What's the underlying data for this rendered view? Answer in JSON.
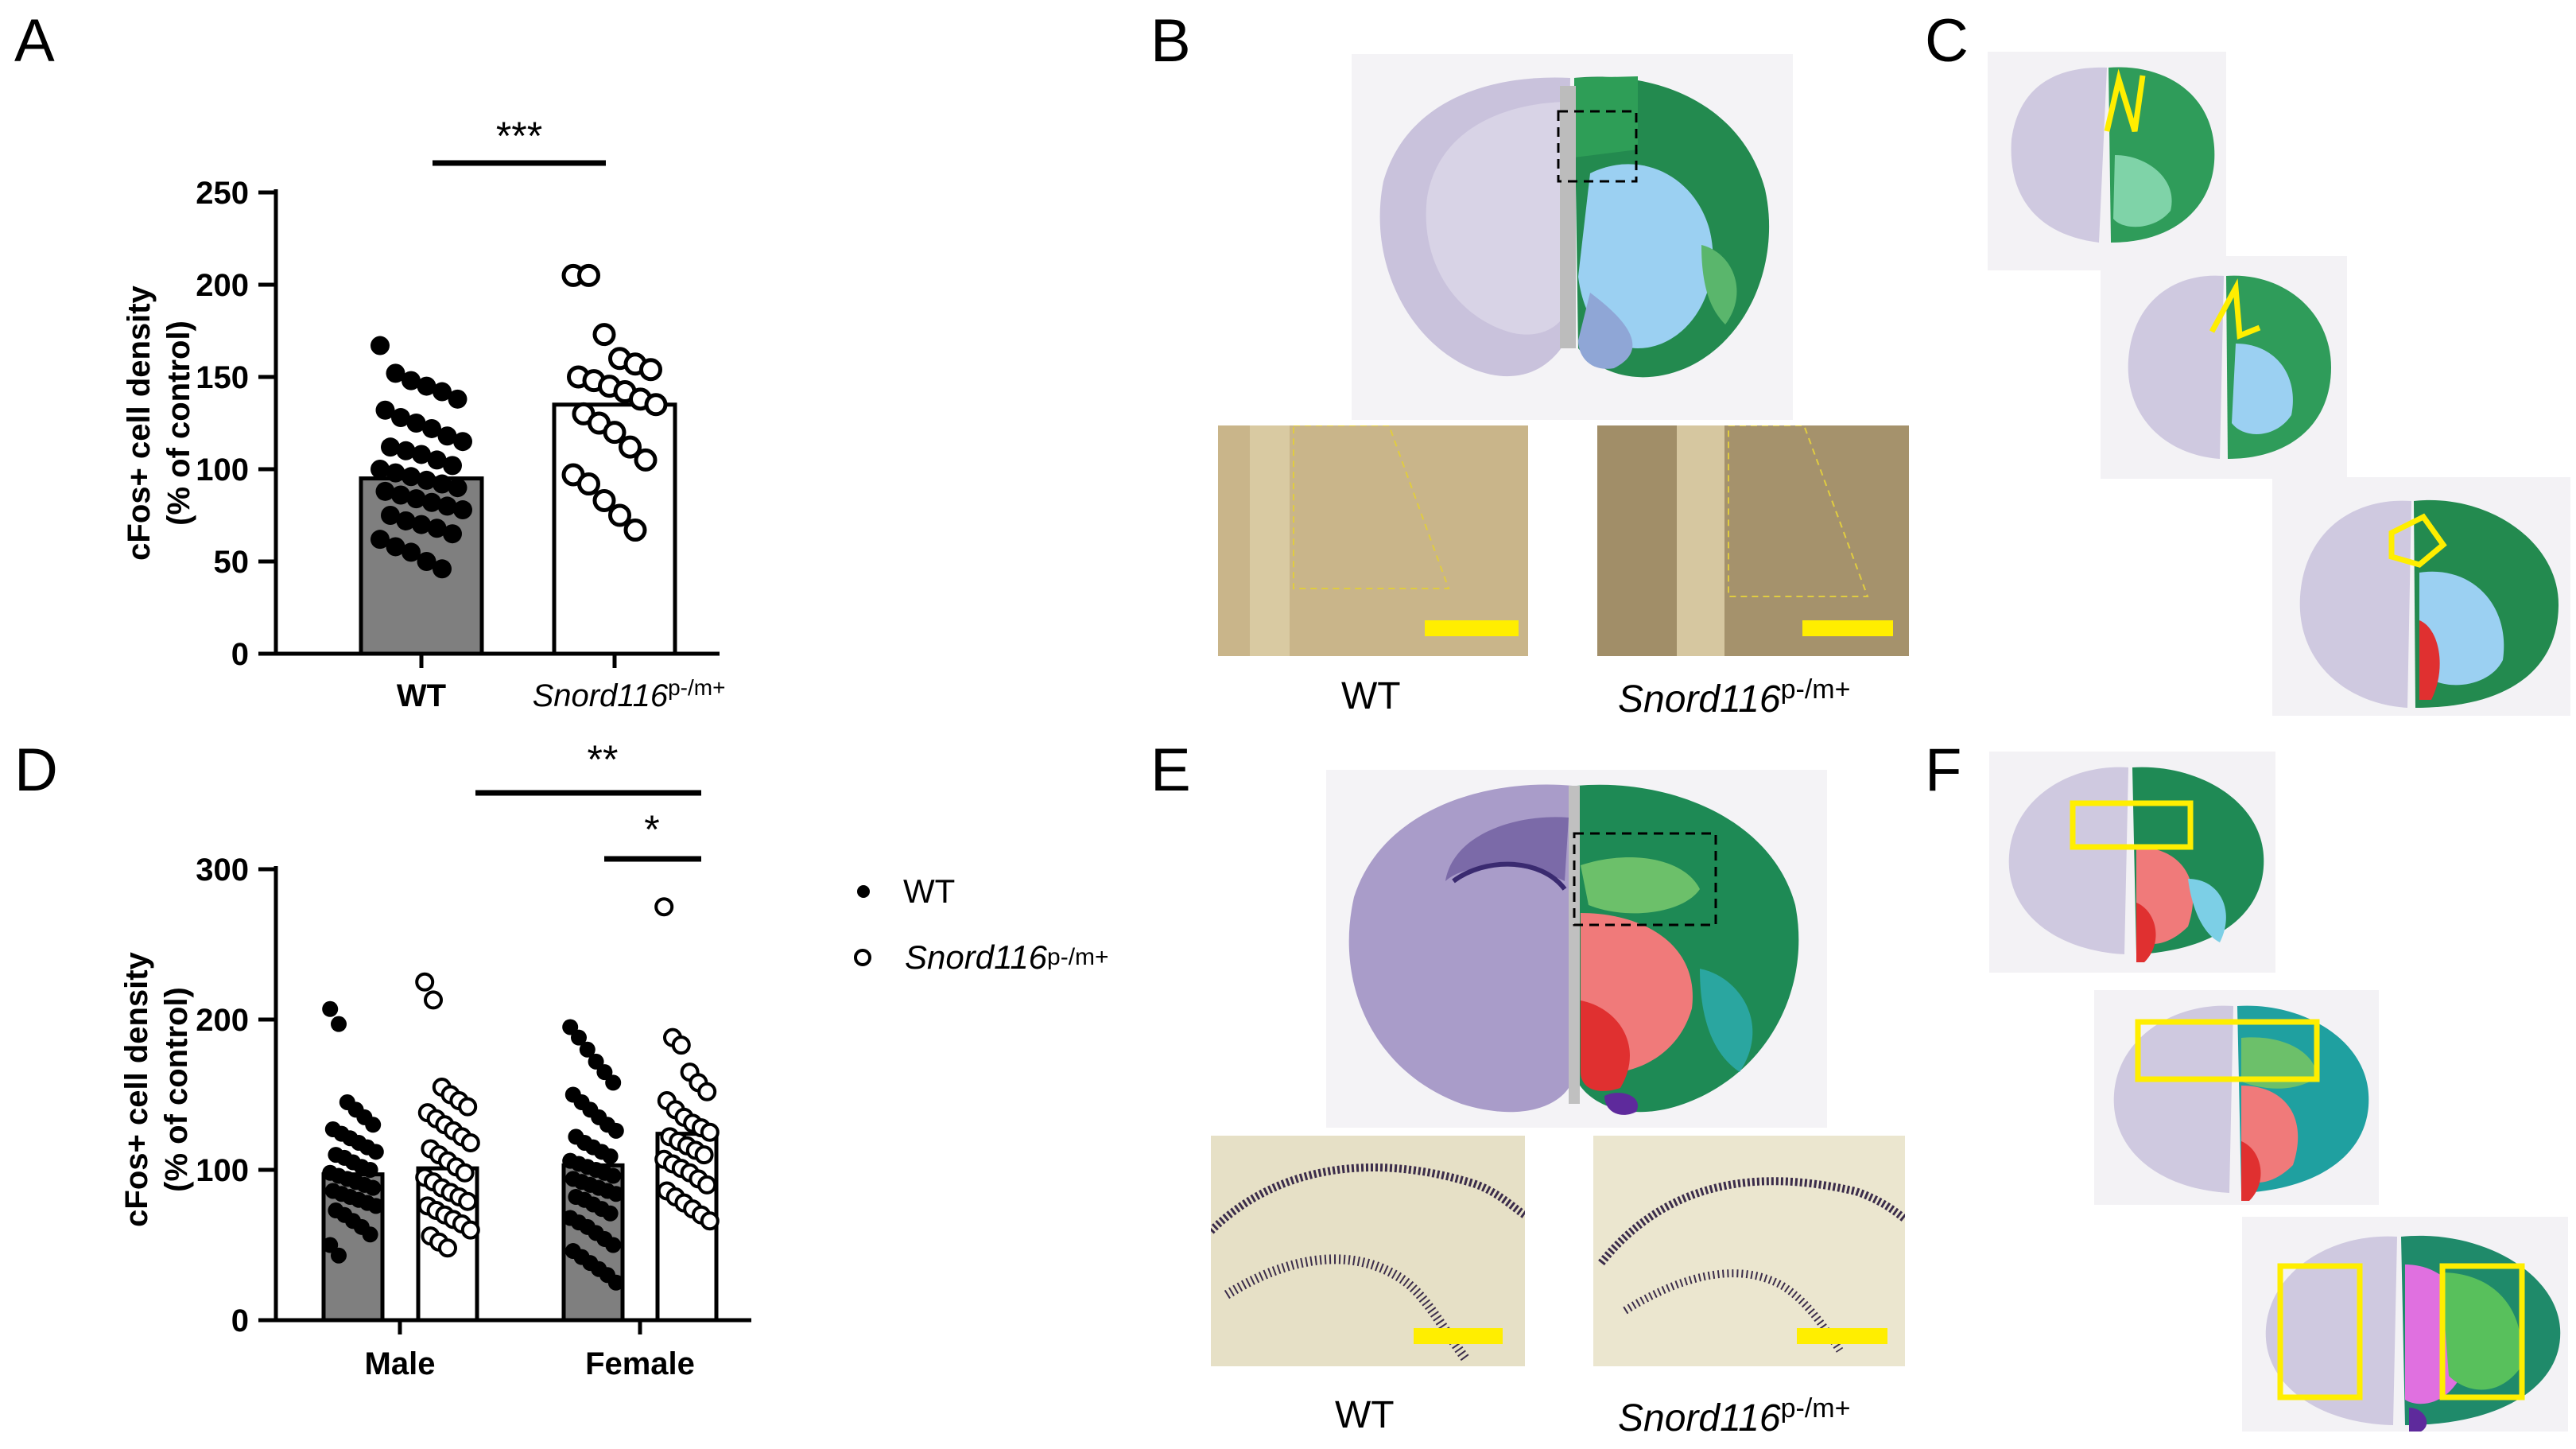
{
  "panels": {
    "a": "A",
    "b": "B",
    "c": "C",
    "d": "D",
    "e": "E",
    "f": "F"
  },
  "colors": {
    "wt_bar": "#7f7f7f",
    "mut_bar": "#ffffff",
    "scale_bar": "#ffee00",
    "outline": "#ffee00",
    "dashed_box": "#000000"
  },
  "chart_data": [
    {
      "panel": "A",
      "type": "bar",
      "ylabel_line1": "cFos+ cell density",
      "ylabel_line2": "(% of control)",
      "ylim": [
        0,
        250
      ],
      "yticks": [
        "0",
        "50",
        "100",
        "150",
        "200",
        "250"
      ],
      "categories": [
        "WT",
        "Snord116"
      ],
      "category_sup": [
        "",
        "p-/m+"
      ],
      "values": [
        95,
        135
      ],
      "significance": "***",
      "points": {
        "WT": [
          167,
          152,
          148,
          145,
          142,
          138,
          132,
          128,
          125,
          122,
          118,
          115,
          112,
          110,
          108,
          105,
          102,
          100,
          98,
          96,
          94,
          92,
          90,
          88,
          86,
          84,
          82,
          80,
          78,
          75,
          72,
          70,
          68,
          65,
          62,
          58,
          55,
          50,
          46
        ],
        "Snord116": [
          205,
          205,
          173,
          160,
          157,
          154,
          150,
          148,
          145,
          142,
          138,
          135,
          130,
          125,
          120,
          112,
          105,
          97,
          92,
          83,
          75,
          67
        ]
      }
    },
    {
      "panel": "D",
      "type": "bar",
      "ylabel_line1": "cFos+ cell density",
      "ylabel_line2": "(% of control)",
      "ylim": [
        0,
        300
      ],
      "yticks": [
        "0",
        "100",
        "200",
        "300"
      ],
      "categories": [
        "Male",
        "Female"
      ],
      "series": [
        {
          "name": "WT",
          "values": [
            97,
            103
          ]
        },
        {
          "name": "Snord116",
          "sup": "p-/m+",
          "values": [
            101,
            124
          ]
        }
      ],
      "significance": [
        {
          "label": "**",
          "from": "Male Snord116",
          "to": "Female Snord116"
        },
        {
          "label": "*",
          "from": "Female WT",
          "to": "Female Snord116"
        }
      ],
      "points": {
        "male_wt": [
          207,
          197,
          145,
          140,
          135,
          130,
          127,
          124,
          121,
          118,
          115,
          112,
          110,
          108,
          105,
          102,
          100,
          98,
          96,
          94,
          92,
          90,
          88,
          86,
          84,
          82,
          80,
          78,
          76,
          73,
          70,
          66,
          62,
          57,
          50,
          43
        ],
        "male_mut": [
          225,
          213,
          155,
          150,
          146,
          142,
          138,
          134,
          130,
          126,
          122,
          118,
          114,
          110,
          106,
          102,
          98,
          95,
          92,
          88,
          85,
          82,
          79,
          76,
          73,
          70,
          67,
          64,
          60,
          56,
          52,
          48
        ],
        "female_wt": [
          195,
          188,
          180,
          172,
          165,
          158,
          150,
          145,
          140,
          135,
          130,
          126,
          122,
          118,
          115,
          112,
          109,
          106,
          104,
          102,
          100,
          98,
          96,
          94,
          92,
          90,
          88,
          86,
          84,
          82,
          80,
          77,
          74,
          71,
          68,
          65,
          62,
          58,
          54,
          50,
          46,
          42,
          38,
          34,
          30,
          25
        ],
        "female_mut": [
          275,
          188,
          183,
          165,
          158,
          152,
          146,
          140,
          135,
          131,
          128,
          125,
          122,
          119,
          116,
          113,
          110,
          107,
          104,
          101,
          98,
          94,
          90,
          86,
          82,
          78,
          74,
          70,
          66
        ]
      }
    }
  ],
  "legend": {
    "items": [
      {
        "label": "WT",
        "sup": ""
      },
      {
        "label": "Snord116",
        "sup": "p-/m+"
      }
    ]
  },
  "captions": {
    "b_left": "WT",
    "b_right": "Snord116",
    "b_right_sup": "p-/m+",
    "e_left": "WT",
    "e_right": "Snord116",
    "e_right_sup": "p-/m+"
  }
}
